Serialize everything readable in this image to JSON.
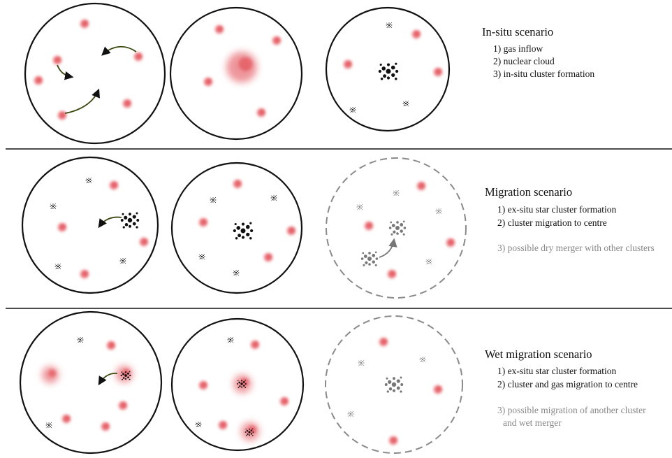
{
  "colors": {
    "ink": "#111111",
    "muted": "#888888",
    "gas": "#e0404a",
    "arrow": "#3a4a10",
    "dashed_circle": "#8a8a8a",
    "grey_cluster": "#777777"
  },
  "scenarios": [
    {
      "title": "In-situ scenario",
      "steps": [
        {
          "text": "1) gas inflow",
          "muted": false
        },
        {
          "text": "2) nuclear cloud",
          "muted": false
        },
        {
          "text": "3) in-situ cluster formation",
          "muted": false
        }
      ]
    },
    {
      "title": "Migration scenario",
      "steps": [
        {
          "text": "1) ex-situ star cluster formation",
          "muted": false
        },
        {
          "text": "2) cluster migration to centre",
          "muted": false
        },
        {
          "text": "3) possible dry merger with other clusters",
          "muted": true
        }
      ]
    },
    {
      "title": "Wet migration scenario",
      "steps": [
        {
          "text": "1) ex-situ star cluster formation",
          "muted": false
        },
        {
          "text": "2) cluster and gas migration to centre",
          "muted": false
        },
        {
          "text": "3) possible migration of another cluster",
          "muted": true
        },
        {
          "text": "and wet merger",
          "muted": true
        }
      ]
    }
  ],
  "icons": {
    "gas_cloud": "gas-cloud-icon",
    "star_cluster": "star-cluster-icon",
    "migration_arrow": "migration-arrow-icon"
  }
}
